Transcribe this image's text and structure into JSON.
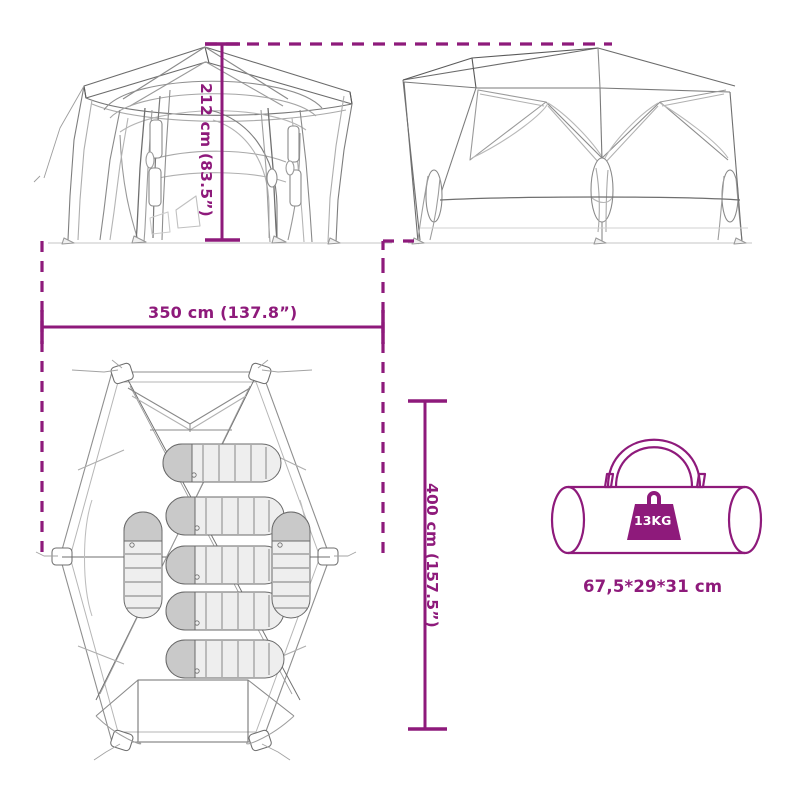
{
  "diagram": {
    "title": "Tent dimension specification drawing",
    "accent_color": "#8e1a7b",
    "line_color": "#555555",
    "background": "#ffffff"
  },
  "views": {
    "front_view": {
      "name": "front-elevation-view",
      "description": "Hexagonal pop-up gazebo tent front elevation with poles and guy lines"
    },
    "side_view": {
      "name": "side-elevation-view",
      "description": "Tent side elevation showing frame truss structure"
    },
    "top_view": {
      "name": "floor-plan-view",
      "description": "Top-down floor plan showing seven sleeping bags inside hexagonal footprint",
      "sleeping_bags_horizontal": 5,
      "sleeping_bags_vertical": 2,
      "sleeping_bags_total": 7
    }
  },
  "dimensions": {
    "height": "212 cm (83.5”)",
    "width": "350 cm (137.8”)",
    "depth": "400 cm (157.5”)",
    "bag_size": "67,5*29*31 cm",
    "weight": "13KG"
  },
  "icons": {
    "weight_icon": "weight-icon",
    "bag_icon": "carry-bag-icon"
  }
}
